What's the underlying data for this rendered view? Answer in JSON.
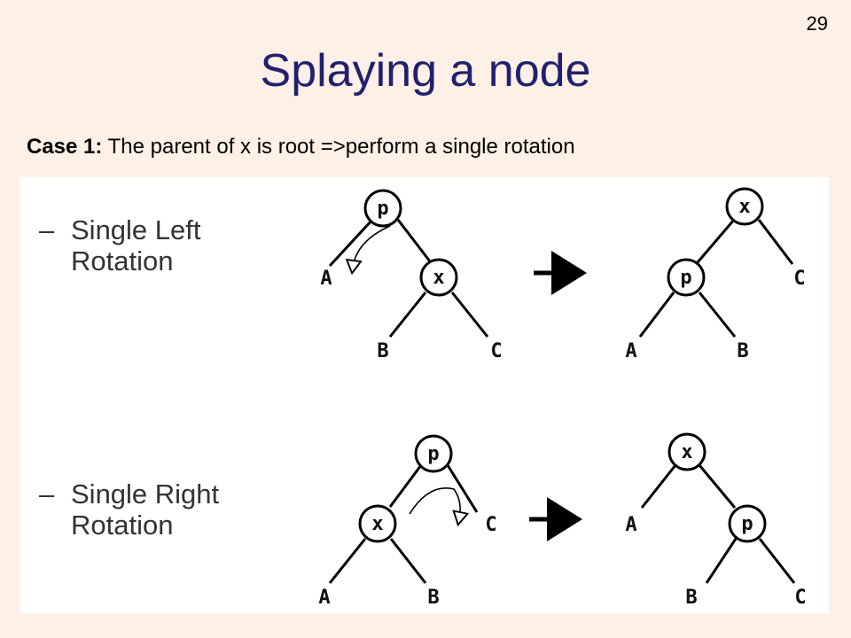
{
  "slide": {
    "page_number": "29",
    "title": "Splaying a node",
    "case_label": "Case 1:",
    "case_text": " The parent of x is root =>perform a single rotation"
  },
  "bullets": [
    {
      "dash": "–",
      "line1": "Single Left",
      "line2": "Rotation"
    },
    {
      "dash": "–",
      "line1": "Single Right",
      "line2": "Rotation"
    }
  ],
  "left_rotation": {
    "before": {
      "root": "p",
      "child": "x",
      "leaves": [
        "A",
        "B",
        "C"
      ]
    },
    "after": {
      "root": "x",
      "child": "p",
      "leaves": [
        "A",
        "B",
        "C"
      ]
    }
  },
  "right_rotation": {
    "before": {
      "root": "p",
      "child": "x",
      "leaves": [
        "A",
        "B",
        "C"
      ]
    },
    "after": {
      "root": "x",
      "child": "p",
      "leaves": [
        "A",
        "B",
        "C"
      ]
    }
  },
  "colors": {
    "background": "#fdf0e6",
    "title": "#221f6e",
    "panel": "#ffffff"
  }
}
